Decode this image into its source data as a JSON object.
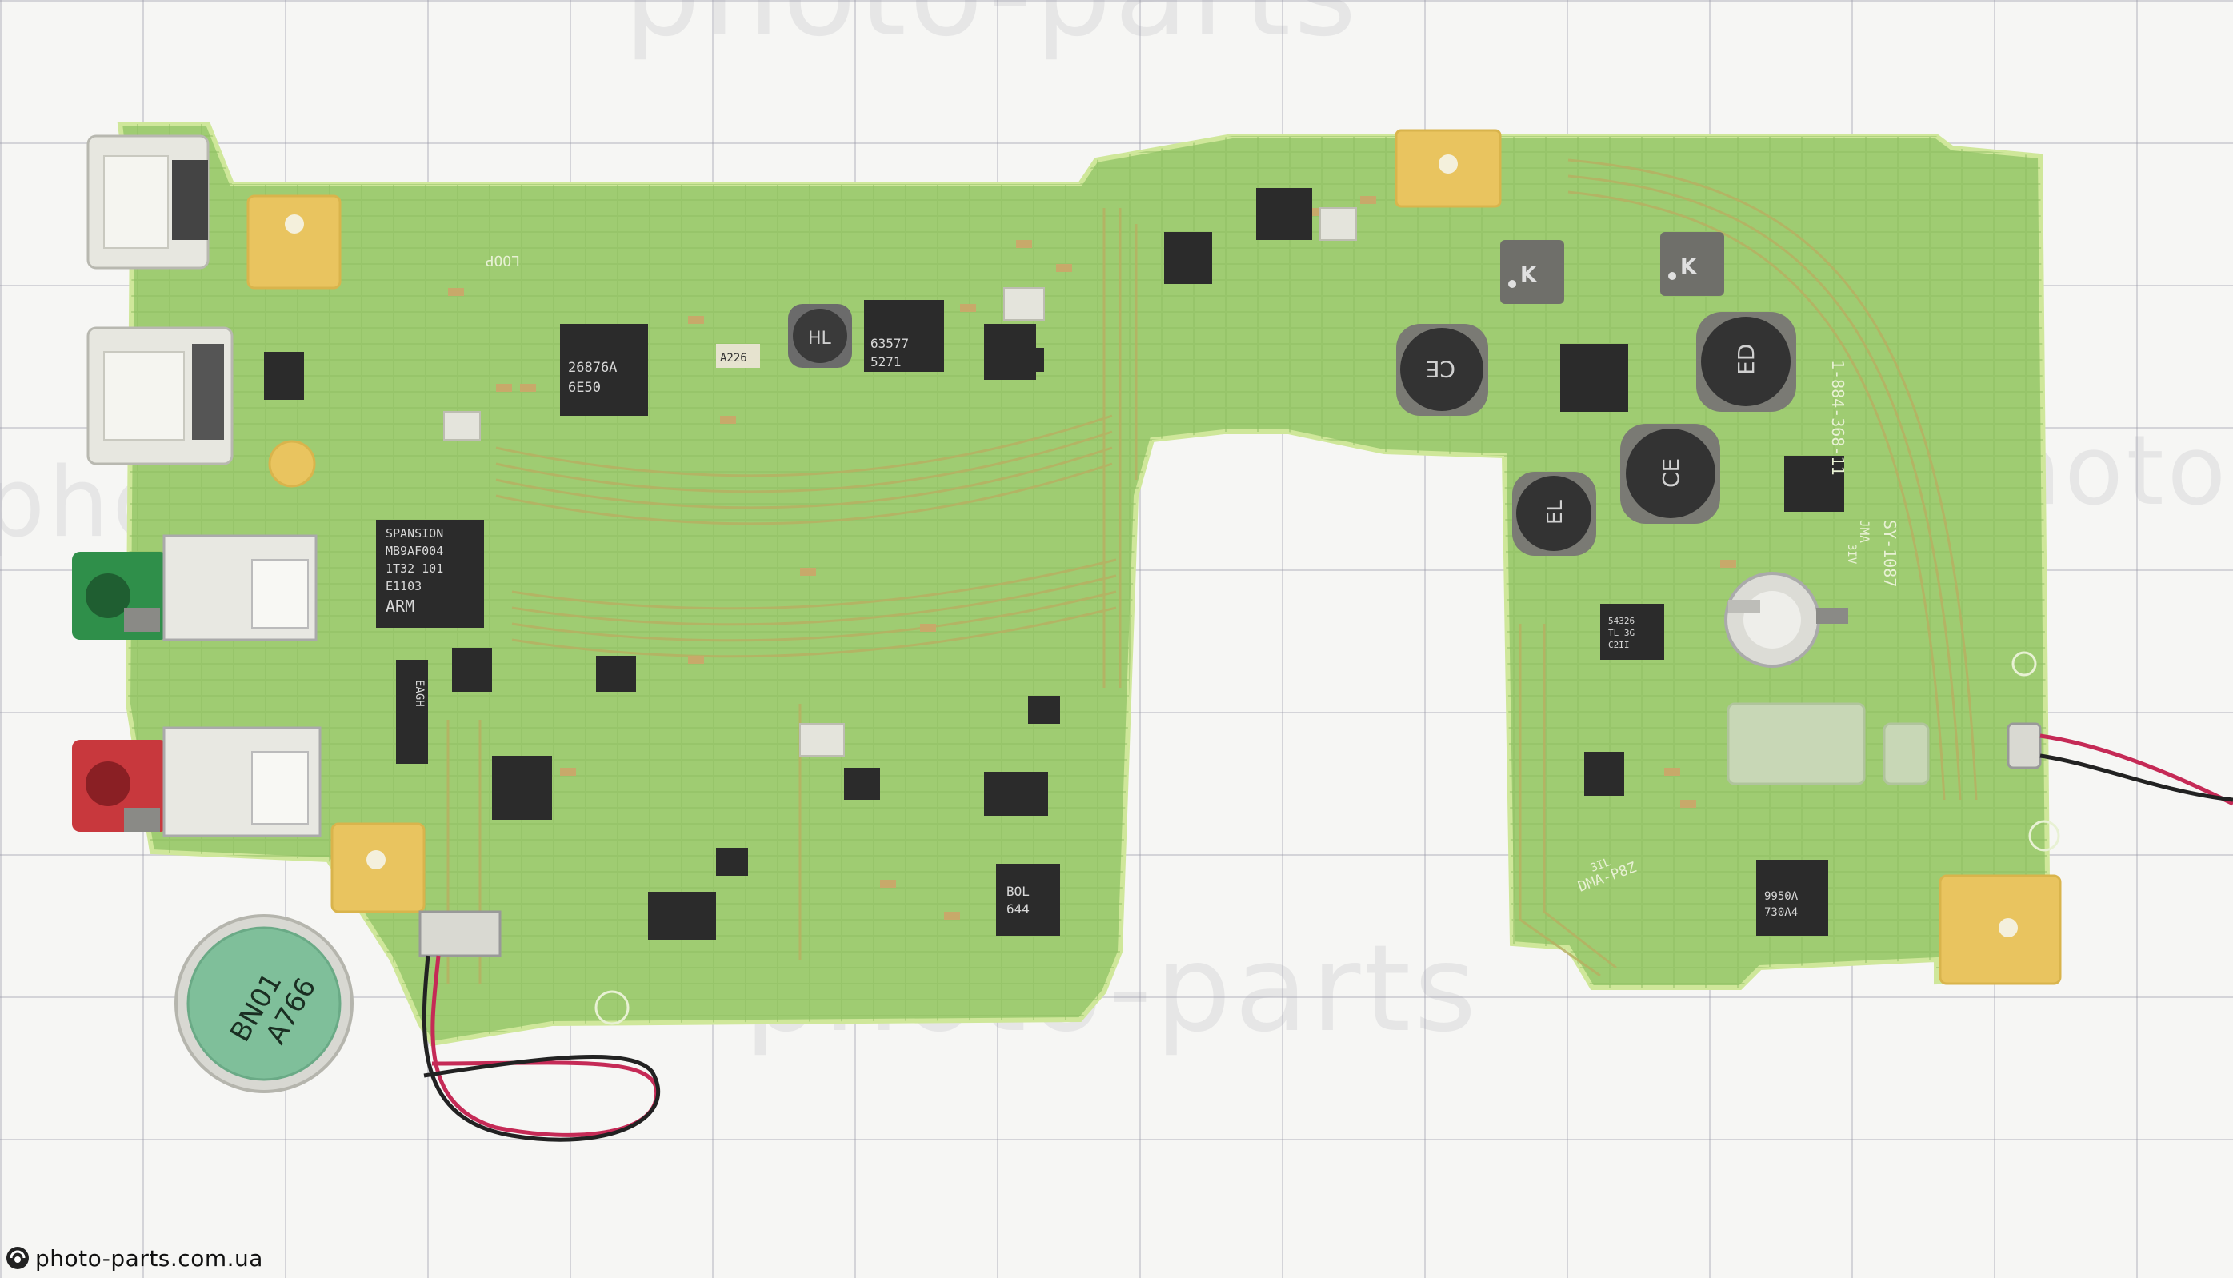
{
  "watermark": {
    "brand": "photo-parts",
    "footer_url": "photo-parts.com.ua"
  },
  "board": {
    "colors": {
      "pcb": "#9fcc72",
      "pcb_edge": "#cfe79a",
      "trace": "#b7b062",
      "pad": "#e9c45f",
      "chip": "#2b2b2b",
      "connector_green": "#2f8f4a",
      "connector_red": "#c8383d",
      "connector_white": "#e8e8e2"
    },
    "chip_labels": {
      "main_mcu": [
        "SPANSION",
        "MB9AF004",
        "1T32 101",
        "E1103",
        "ARM"
      ],
      "chip_a": [
        "26876A",
        "6E50"
      ],
      "chip_b": [
        "63577",
        "5271"
      ],
      "marking_a226": "A226",
      "inductor_hl": "HL",
      "chip_eagh": "EAGH",
      "chip_bol": [
        "BOL",
        "644"
      ],
      "chip_9950": [
        "9950A",
        "730A4"
      ],
      "chip_54326": [
        "54326",
        "TL 3G",
        "C2II"
      ],
      "loop_label": "LOOP",
      "board_code": "1-884-368-11",
      "silkscreen_right": [
        "SY-1087",
        "JMA",
        "3IV"
      ],
      "silkscreen_bottom": [
        "DMA-P8Z",
        "3IL"
      ]
    },
    "inductors": [
      "CE",
      "ED",
      "CE",
      "EL"
    ],
    "small_caps": [
      "K",
      "K"
    ],
    "speaker_label": [
      "BN01",
      "A766"
    ]
  }
}
